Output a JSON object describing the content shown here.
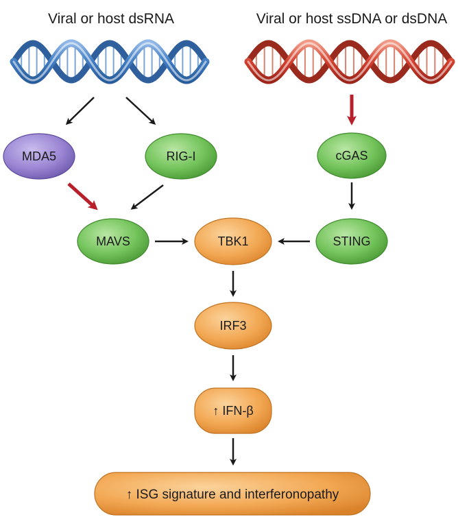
{
  "headings": {
    "rna_source": "Viral or host dsRNA",
    "dna_source": "Viral or host ssDNA or dsDNA"
  },
  "nodes": {
    "mda5": "MDA5",
    "rig1": "RIG-I",
    "cgas": "cGAS",
    "mavs": "MAVS",
    "tbk1": "TBK1",
    "sting": "STING",
    "irf3": "IRF3",
    "ifnb": "↑ IFN-β",
    "isg": "↑ ISG signature and interferonopathy"
  },
  "colors": {
    "purple_node": "#8f79c9",
    "green_node": "#6fbf57",
    "orange_node": "#f0a650",
    "rna_helix": "#4f88c9",
    "dna_helix": "#cf4232",
    "red_arrow": "#b7202a",
    "black_arrow": "#1a1a1a"
  }
}
